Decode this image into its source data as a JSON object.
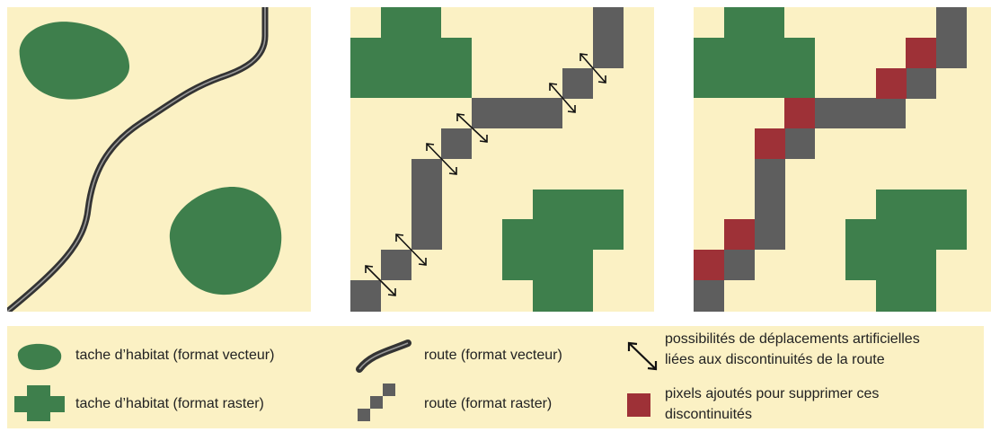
{
  "colors": {
    "background": "#fbf1c4",
    "habitat": "#3e7f4c",
    "road": "#5e5e5e",
    "added_pixel": "#9e3137",
    "arrow": "#111111"
  },
  "icons": {
    "habitat_vector": "habitat-blob-icon",
    "habitat_raster": "habitat-cross-icon",
    "road_vector": "road-curve-icon",
    "road_raster": "road-stairs-icon",
    "arrow": "double-arrow-icon",
    "added_pixel": "red-square-icon"
  },
  "legend": {
    "habitat_vector": "tache d’habitat (format vecteur)",
    "habitat_raster": "tache d’habitat (format raster)",
    "road_vector": "route (format vecteur)",
    "road_raster": "route (format raster)",
    "arrow_line1": "possibilités de déplacements artificielles",
    "arrow_line2": "liées aux discontinuités de la route",
    "pixel_line1": "pixels ajoutés pour supprimer ces",
    "pixel_line2": "discontinuités"
  }
}
